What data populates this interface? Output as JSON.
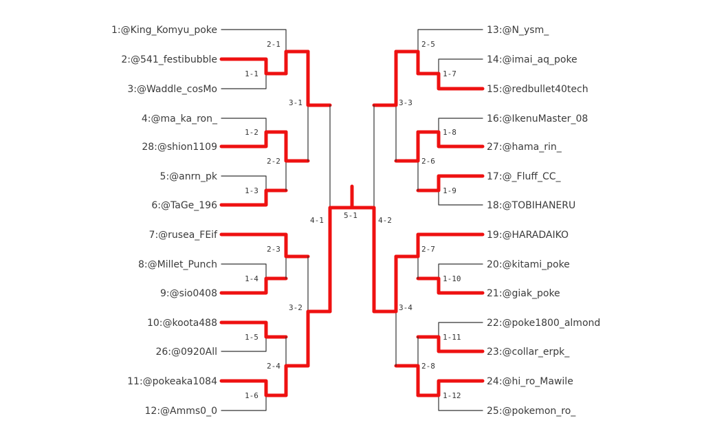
{
  "colors": {
    "winner": "#ee1111",
    "loser": "#333333",
    "text": "#3a3a3a"
  },
  "left_players": [
    {
      "seed": 1,
      "label": "1:@King_Komyu_poke"
    },
    {
      "seed": 2,
      "label": "2:@541_festibubble"
    },
    {
      "seed": 3,
      "label": "3:@Waddle_cosMo"
    },
    {
      "seed": 4,
      "label": "4:@ma_ka_ron_"
    },
    {
      "seed": 28,
      "label": "28:@shion1109"
    },
    {
      "seed": 5,
      "label": "5:@anrn_pk"
    },
    {
      "seed": 6,
      "label": "6:@TaGe_196"
    },
    {
      "seed": 7,
      "label": "7:@rusea_FEif"
    },
    {
      "seed": 8,
      "label": "8:@Millet_Punch"
    },
    {
      "seed": 9,
      "label": "9:@sio0408"
    },
    {
      "seed": 10,
      "label": "10:@koota488"
    },
    {
      "seed": 26,
      "label": "26:@0920All"
    },
    {
      "seed": 11,
      "label": "11:@pokeaka1084"
    },
    {
      "seed": 12,
      "label": "12:@Amms0_0"
    }
  ],
  "right_players": [
    {
      "seed": 13,
      "label": "13:@N_ysm_"
    },
    {
      "seed": 14,
      "label": "14:@imai_aq_poke"
    },
    {
      "seed": 15,
      "label": "15:@redbullet40tech"
    },
    {
      "seed": 16,
      "label": "16:@IkenuMaster_08"
    },
    {
      "seed": 27,
      "label": "27:@hama_rin_"
    },
    {
      "seed": 17,
      "label": "17:@_Fluff_CC_"
    },
    {
      "seed": 18,
      "label": "18:@TOBIHANERU"
    },
    {
      "seed": 19,
      "label": "19:@HARADAIKO"
    },
    {
      "seed": 20,
      "label": "20:@kitami_poke"
    },
    {
      "seed": 21,
      "label": "21:@giak_poke"
    },
    {
      "seed": 22,
      "label": "22:@poke1800_almond"
    },
    {
      "seed": 23,
      "label": "23:@collar_erpk_"
    },
    {
      "seed": 24,
      "label": "24:@hi_ro_Mawile"
    },
    {
      "seed": 25,
      "label": "25:@pokemon_ro_"
    }
  ],
  "matches": {
    "m1_1": "1-1",
    "m1_2": "1-2",
    "m1_3": "1-3",
    "m1_4": "1-4",
    "m1_5": "1-5",
    "m1_6": "1-6",
    "m1_7": "1-7",
    "m1_8": "1-8",
    "m1_9": "1-9",
    "m1_10": "1-10",
    "m1_11": "1-11",
    "m1_12": "1-12",
    "m2_1": "2-1",
    "m2_2": "2-2",
    "m2_3": "2-3",
    "m2_4": "2-4",
    "m2_5": "2-5",
    "m2_6": "2-6",
    "m2_7": "2-7",
    "m2_8": "2-8",
    "m3_1": "3-1",
    "m3_2": "3-2",
    "m3_3": "3-3",
    "m3_4": "3-4",
    "m4_1": "4-1",
    "m4_2": "4-2",
    "m5_1": "5-1"
  }
}
